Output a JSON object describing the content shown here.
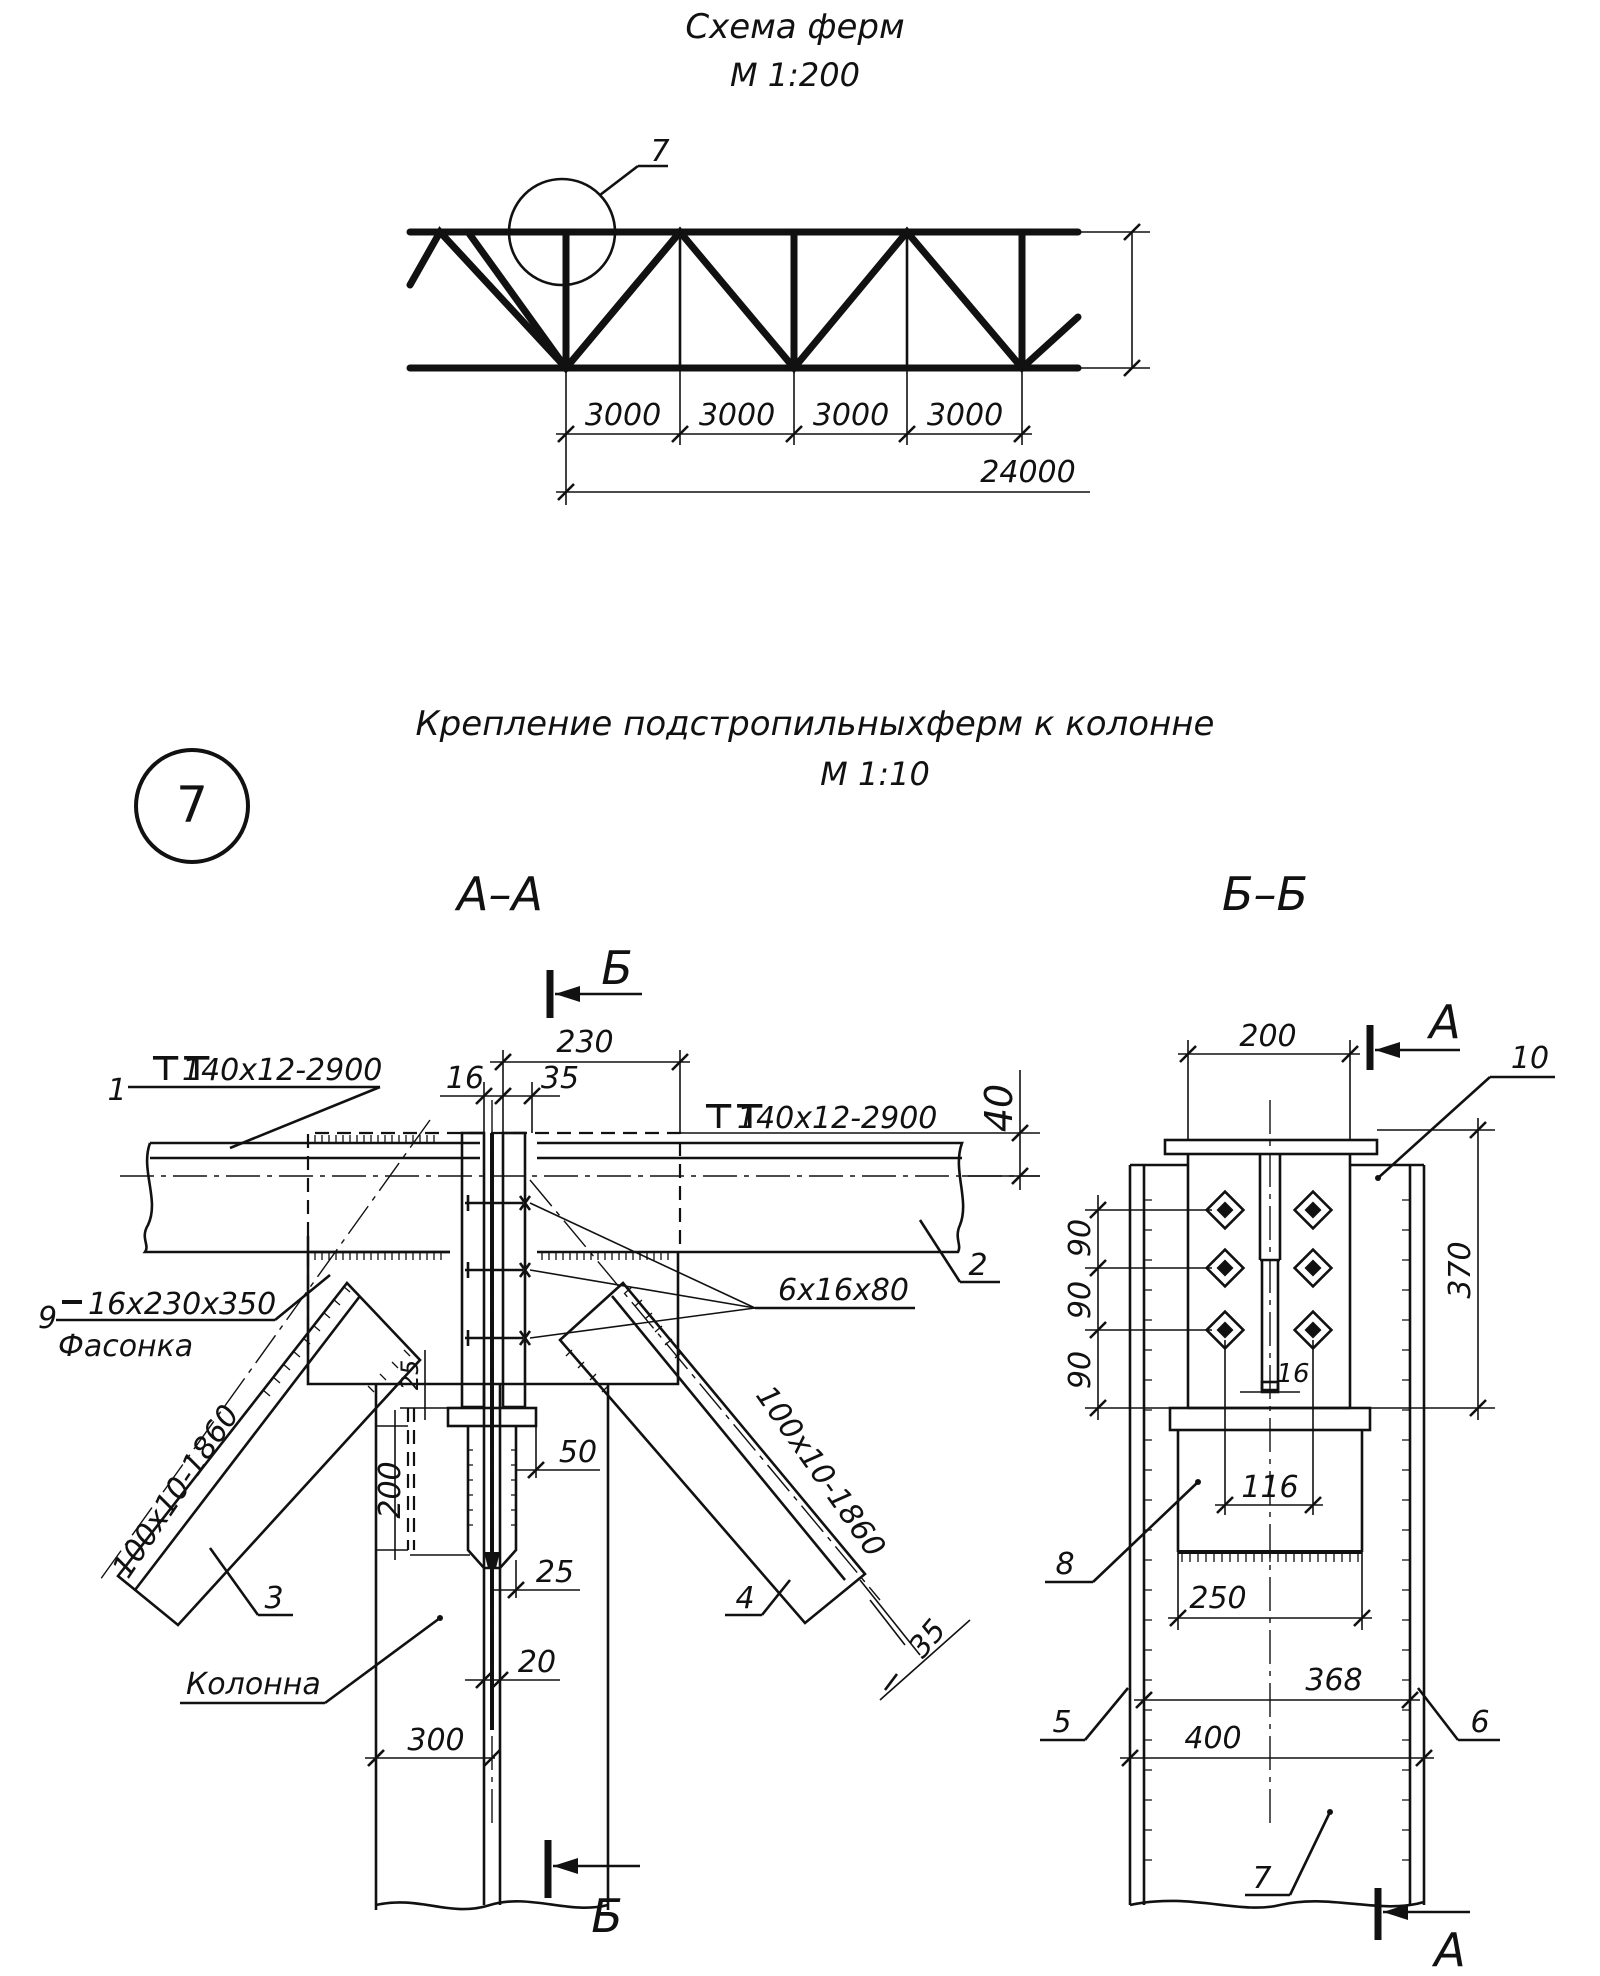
{
  "truss_scheme": {
    "title": "Схема ферм",
    "scale": "М 1:200",
    "node_callout": "7",
    "panel_dims": [
      "3000",
      "3000",
      "3000",
      "3000"
    ],
    "span_dim": "24000"
  },
  "detail": {
    "title": "Крепление подстропильныхферм к колонне",
    "scale": "М 1:10",
    "node_marker": "7"
  },
  "section_aa": {
    "label": "А–А",
    "cut_label_top": "Б",
    "cut_label_bottom": "Б",
    "dims": {
      "d230": "230",
      "d16": "16",
      "d35": "35",
      "d40": "40",
      "d25a": "25",
      "d200": "200",
      "d50": "50",
      "d25b": "25",
      "d20": "20",
      "d300": "300",
      "d35b": "35"
    },
    "labels": {
      "pos1": "1",
      "chord_left": "140х12-2900",
      "chord_right": "140х12-2900",
      "pos9": "9",
      "plate": "16х230х350",
      "plate_name": "Фасонка",
      "bolts": "6х16х80",
      "pos2": "2",
      "pos3": "3",
      "pos4": "4",
      "diag_left": "100х10-1860",
      "diag_right": "100х10-1860",
      "column": "Колонна"
    }
  },
  "section_bb": {
    "label": "Б–Б",
    "cut_label_top": "А",
    "cut_label_bottom": "А",
    "dims": {
      "d200": "200",
      "d370": "370",
      "d90a": "90",
      "d90b": "90",
      "d90c": "90",
      "d16": "16",
      "d116": "116",
      "d250": "250",
      "d368": "368",
      "d400": "400"
    },
    "labels": {
      "pos10": "10",
      "pos8": "8",
      "pos5": "5",
      "pos6": "6",
      "pos7": "7"
    }
  }
}
